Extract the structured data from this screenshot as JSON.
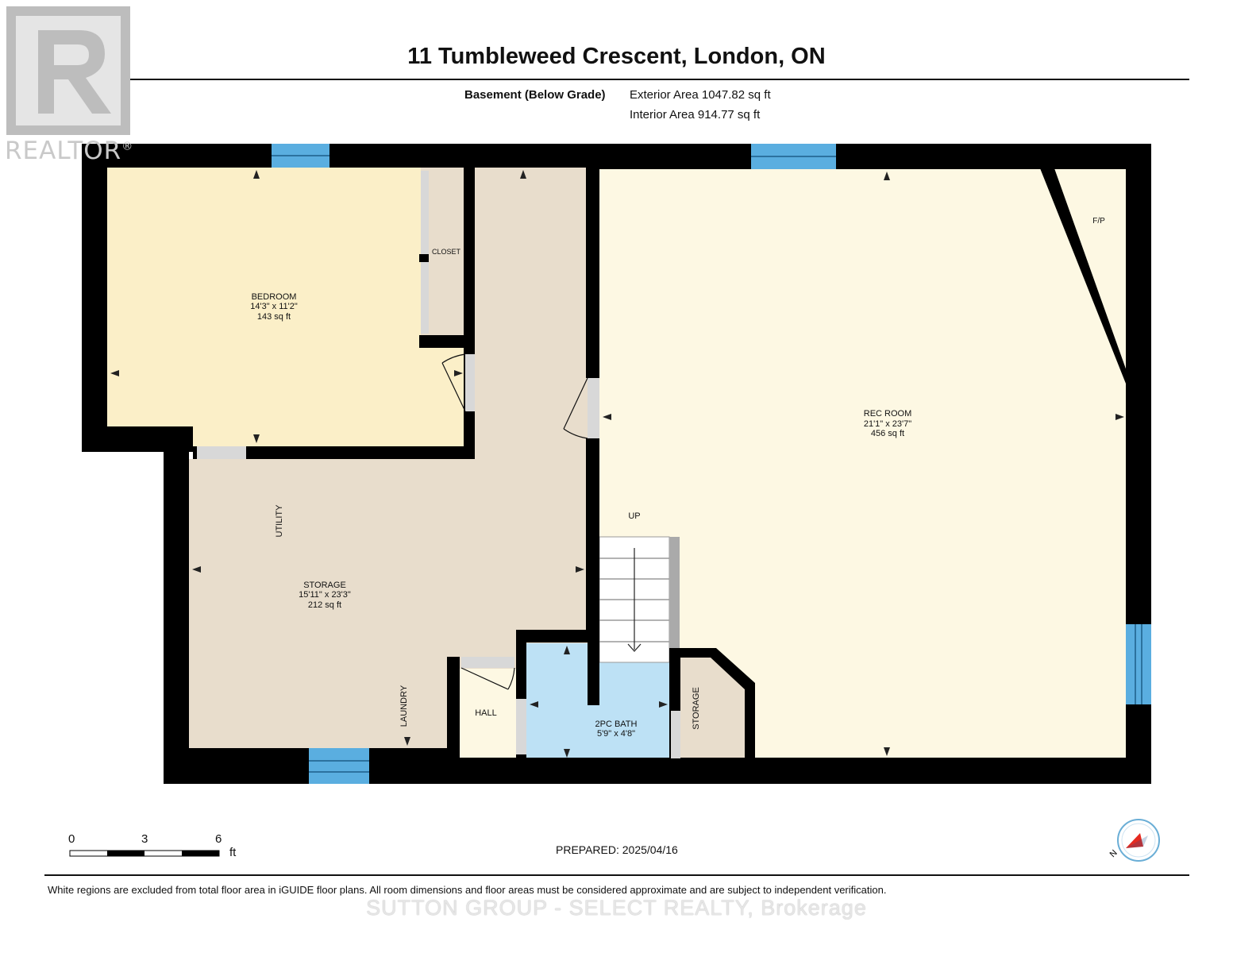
{
  "header": {
    "title": "11 Tumbleweed Crescent, London, ON",
    "level_name": "Basement (Below Grade)",
    "exterior_area": "Exterior Area 1047.82 sq ft",
    "interior_area": "Interior Area 914.77 sq ft"
  },
  "logo": {
    "text": "REALTOR",
    "mark": "®"
  },
  "rooms": {
    "bedroom": {
      "name": "BEDROOM",
      "dims": "14'3\" x 11'2\"",
      "area": "143 sq ft"
    },
    "closet": {
      "name": "CLOSET"
    },
    "rec_room": {
      "name": "REC ROOM",
      "dims": "21'1\" x 23'7\"",
      "area": "456 sq ft"
    },
    "fireplace": {
      "name": "F/P"
    },
    "up": {
      "name": "UP"
    },
    "utility": {
      "name": "UTILITY"
    },
    "storage_main": {
      "name": "STORAGE",
      "dims": "15'11\" x 23'3\"",
      "area": "212 sq ft"
    },
    "laundry": {
      "name": "LAUNDRY"
    },
    "hall": {
      "name": "HALL"
    },
    "bath": {
      "name": "2PC BATH",
      "dims": "5'9\" x 4'8\""
    },
    "storage_small": {
      "name": "STORAGE"
    }
  },
  "scale": {
    "ticks": [
      "0",
      "3",
      "6"
    ],
    "unit": "ft"
  },
  "compass": {
    "label": "N"
  },
  "prepared": "PREPARED: 2025/04/16",
  "disclaimer": "White regions are excluded from total floor area in iGUIDE floor plans. All room dimensions and floor areas must be considered approximate and are subject to independent verification.",
  "watermark": "SUTTON GROUP - SELECT REALTY, Brokerage",
  "colors": {
    "bedroom": "#fbefc8",
    "rec_room": "#fdf8e3",
    "storage": "#e8ddcc",
    "hall": "#fdf8e3",
    "bath": "#bde1f5",
    "wall": "#000000",
    "window": "#5aaee0"
  }
}
